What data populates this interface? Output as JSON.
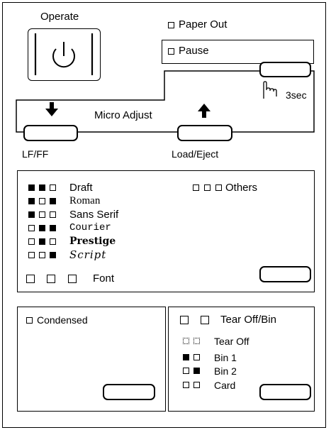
{
  "operate": {
    "label": "Operate"
  },
  "status": {
    "paper_out": "Paper Out",
    "pause": "Pause",
    "hold": "3sec"
  },
  "micro_adjust": {
    "label": "Micro Adjust",
    "lf_ff": "LF/FF",
    "load_eject": "Load/Eject"
  },
  "font_panel": {
    "fonts": [
      {
        "name": "Draft",
        "leds": [
          "on",
          "on",
          "off"
        ]
      },
      {
        "name": "Roman",
        "leds": [
          "on",
          "off",
          "on"
        ]
      },
      {
        "name": "Sans Serif",
        "leds": [
          "on",
          "off",
          "off"
        ]
      },
      {
        "name": "Courier",
        "leds": [
          "off",
          "on",
          "on"
        ]
      },
      {
        "name": "Prestige",
        "leds": [
          "off",
          "on",
          "off"
        ]
      },
      {
        "name": "Script",
        "leds": [
          "off",
          "off",
          "on"
        ]
      }
    ],
    "others": "Others",
    "font_label": "Font"
  },
  "condensed": {
    "label": "Condensed"
  },
  "tear_off": {
    "label": "Tear Off/Bin",
    "modes": [
      {
        "name": "Tear  Off",
        "leds": [
          "blink",
          "blink"
        ]
      },
      {
        "name": "Bin 1",
        "leds": [
          "on",
          "off"
        ]
      },
      {
        "name": "Bin 2",
        "leds": [
          "off",
          "on"
        ]
      },
      {
        "name": "Card",
        "leds": [
          "off",
          "off"
        ]
      }
    ]
  }
}
